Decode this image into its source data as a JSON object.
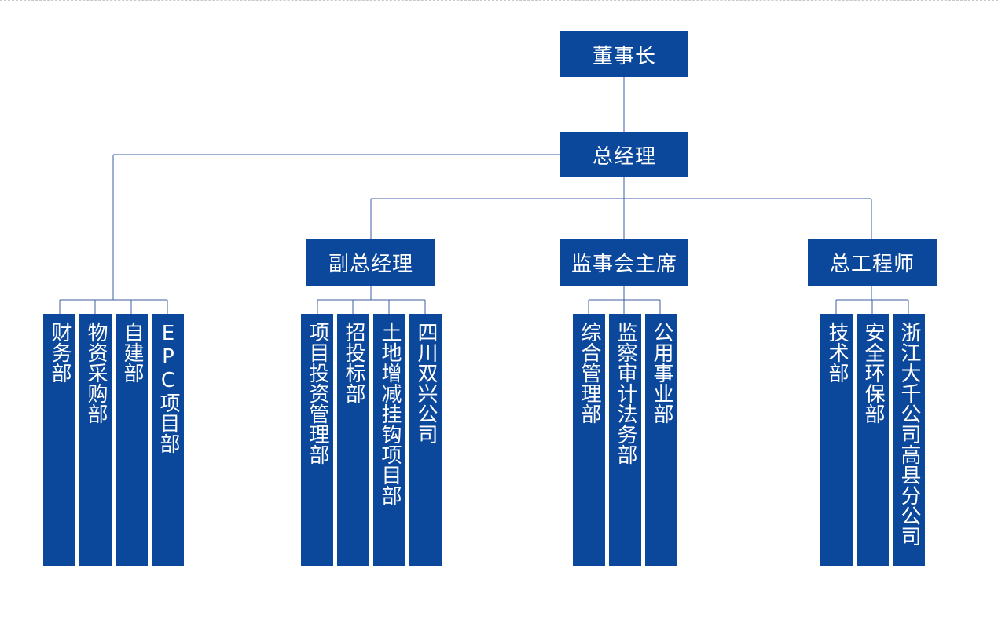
{
  "chart": {
    "chairman": "董事长",
    "general_manager": "总经理",
    "deputy_gm": "副总经理",
    "supervisor_chair": "监事会主席",
    "chief_engineer": "总工程师",
    "gm_departments": [
      "财务部",
      "物资采购部",
      "自建部",
      "EPC项目部"
    ],
    "deputy_departments": [
      "项目投资管理部",
      "招投标部",
      "土地增减挂钩项目部",
      "四川双兴公司"
    ],
    "supervisor_departments": [
      "综合管理部",
      "监察审计法务部",
      "公用事业部"
    ],
    "engineer_departments": [
      "技术部",
      "安全环保部",
      "浙江大千公司高县分公司"
    ]
  },
  "colors": {
    "box_fill": "#0b479b",
    "box_text": "#ffffff",
    "connector": "#3b5ea0"
  }
}
